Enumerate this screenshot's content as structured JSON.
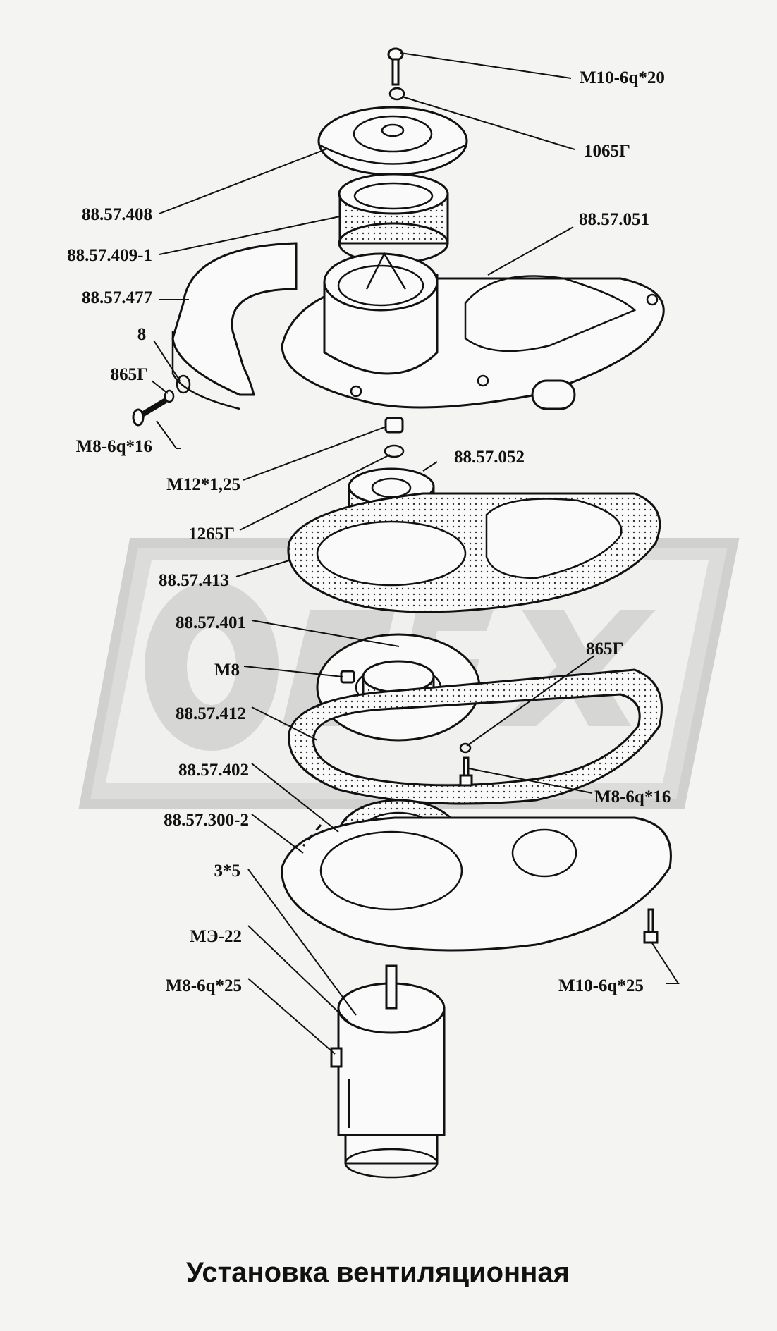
{
  "title": "Установка вентиляционная",
  "labels": {
    "bolt_top": "М10-6q*20",
    "washer_top": "1065Г",
    "cover": "88.57.408",
    "impeller": "88.57.409-1",
    "housing": "88.57.051",
    "clamp": "88.57.477",
    "washer_8": "8",
    "lock_865_left": "865Г",
    "bolt_m8_left": "М8-6q*16",
    "nut_m12": "М12*1,25",
    "hub": "88.57.052",
    "washer_1265": "1265Г",
    "gasket_413": "88.57.413",
    "flange_401": "88.57.401",
    "nut_m8": "М8",
    "lock_865_right": "865Г",
    "gasket_412": "88.57.412",
    "gasket_402": "88.57.402",
    "bolt_m8_right": "М8-6q*16",
    "plate_300": "88.57.300-2",
    "key_3x5": "3*5",
    "motor": "МЭ-22",
    "bolt_m8_25": "М8-6q*25",
    "bolt_m10_25": "М10-6q*25"
  },
  "watermark": "ОПЕХ",
  "colors": {
    "watermark": "#d6d6d4",
    "line": "#111111",
    "background": "#f4f4f2"
  }
}
